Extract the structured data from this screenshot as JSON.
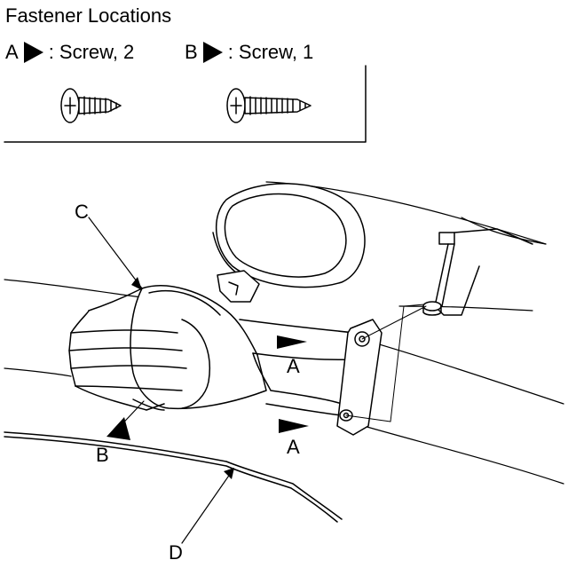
{
  "legend": {
    "title": "Fastener Locations",
    "items": [
      {
        "letter": "A",
        "text": ": Screw, 2"
      },
      {
        "letter": "B",
        "text": ": Screw, 1"
      }
    ]
  },
  "callouts": {
    "A1": "A",
    "A2": "A",
    "B": "B",
    "C": "C",
    "D": "D"
  },
  "colors": {
    "line": "#000000",
    "background": "#ffffff"
  }
}
